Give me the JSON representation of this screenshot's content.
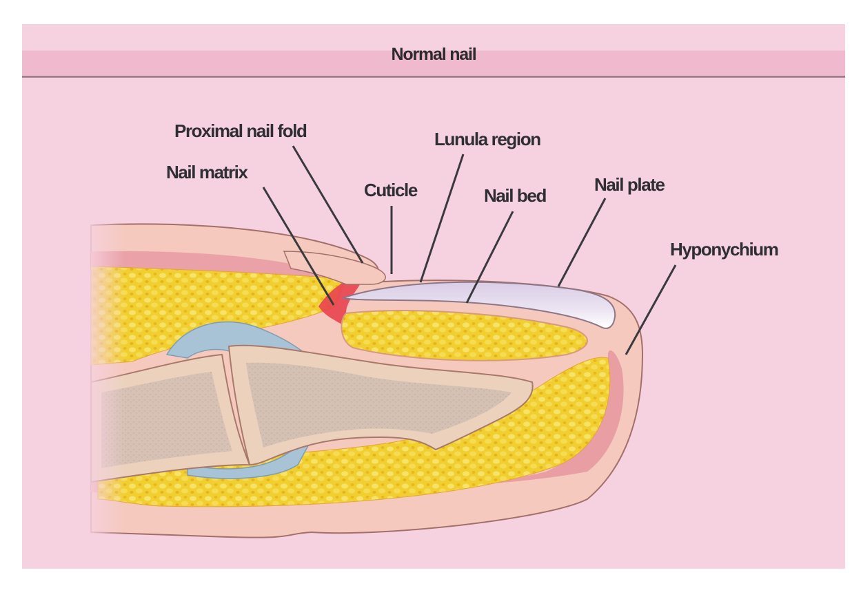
{
  "figure": {
    "title": "Normal nail",
    "labels": {
      "proximal_nail_fold": "Proximal nail fold",
      "nail_matrix": "Nail matrix",
      "cuticle": "Cuticle",
      "lunula_region": "Lunula region",
      "nail_bed": "Nail bed",
      "nail_plate": "Nail plate",
      "hyponychium": "Hyponychium"
    }
  },
  "colors": {
    "background": "#f6d1e0",
    "title_band": "#efbacd",
    "skin": "#f5c9bd",
    "dermis": "#e89aa3",
    "fat": "#f2d034",
    "bone_cortex": "#ecd2bd",
    "bone_marrow": "#d2bdb2",
    "cartilage": "#a9c3d6",
    "nail_plate": "#e4d6ec",
    "matrix": "#e8424f",
    "leader_line": "#3a3a3e"
  }
}
